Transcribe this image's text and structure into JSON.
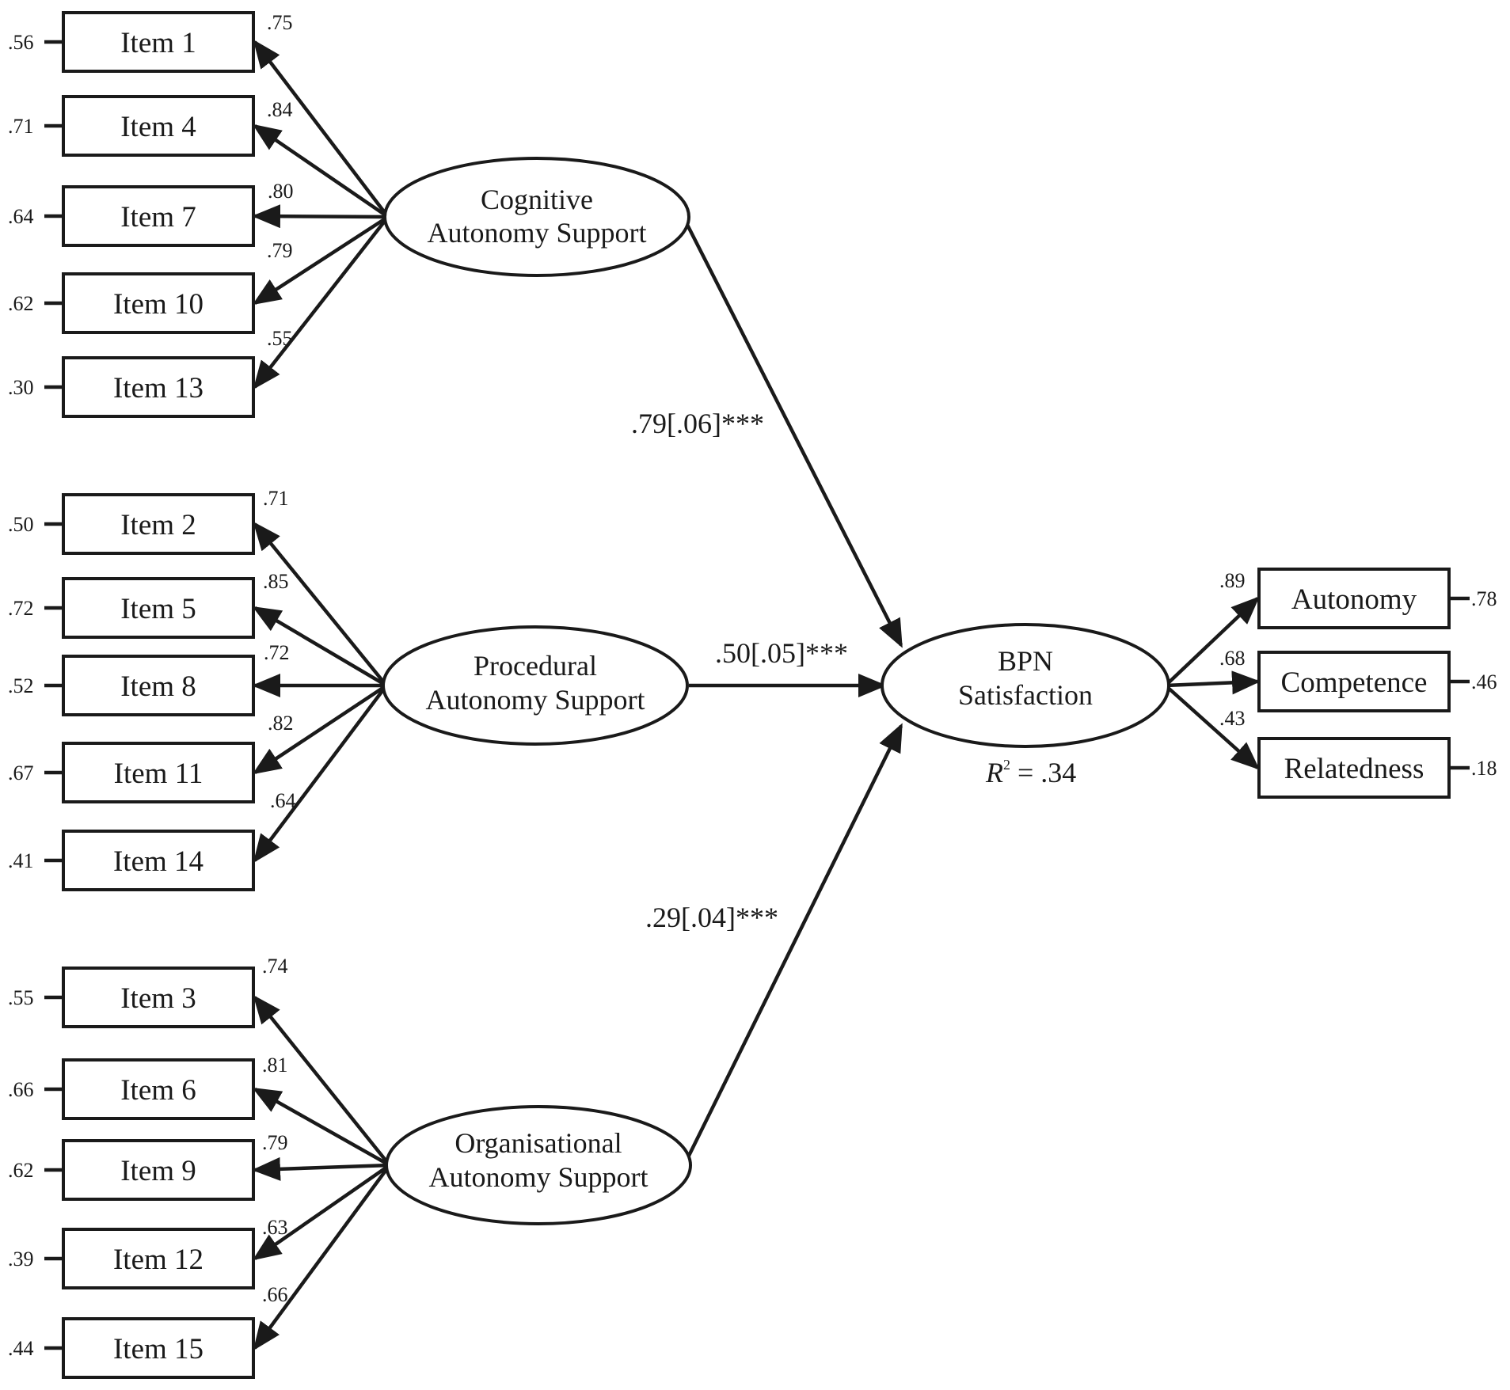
{
  "latents": [
    {
      "id": "cognitive",
      "line1": "Cognitive",
      "line2": "Autonomy Support"
    },
    {
      "id": "procedural",
      "line1": "Procedural",
      "line2": "Autonomy Support"
    },
    {
      "id": "organisational",
      "line1": "Organisational",
      "line2": "Autonomy Support"
    },
    {
      "id": "bpn",
      "line1": "BPN",
      "line2": "Satisfaction"
    }
  ],
  "items": [
    {
      "label": "Item 1",
      "loading": ".75",
      "error": ".56",
      "factor": "cognitive"
    },
    {
      "label": "Item 4",
      "loading": ".84",
      "error": ".71",
      "factor": "cognitive"
    },
    {
      "label": "Item 7",
      "loading": ".80",
      "error": ".64",
      "factor": "cognitive"
    },
    {
      "label": "Item 10",
      "loading": ".79",
      "error": ".62",
      "factor": "cognitive"
    },
    {
      "label": "Item 13",
      "loading": ".55",
      "error": ".30",
      "factor": "cognitive"
    },
    {
      "label": "Item 2",
      "loading": ".71",
      "error": ".50",
      "factor": "procedural"
    },
    {
      "label": "Item 5",
      "loading": ".85",
      "error": ".72",
      "factor": "procedural"
    },
    {
      "label": "Item 8",
      "loading": ".72",
      "error": ".52",
      "factor": "procedural"
    },
    {
      "label": "Item 11",
      "loading": ".82",
      "error": ".67",
      "factor": "procedural"
    },
    {
      "label": "Item 14",
      "loading": ".64",
      "error": ".41",
      "factor": "procedural"
    },
    {
      "label": "Item 3",
      "loading": ".74",
      "error": ".55",
      "factor": "organisational"
    },
    {
      "label": "Item 6",
      "loading": ".81",
      "error": ".66",
      "factor": "organisational"
    },
    {
      "label": "Item 9",
      "loading": ".79",
      "error": ".62",
      "factor": "organisational"
    },
    {
      "label": "Item 12",
      "loading": ".63",
      "error": ".39",
      "factor": "organisational"
    },
    {
      "label": "Item 15",
      "loading": ".66",
      "error": ".44",
      "factor": "organisational"
    }
  ],
  "outcomes": [
    {
      "label": "Autonomy",
      "loading": ".89",
      "error": ".78"
    },
    {
      "label": "Competence",
      "loading": ".68",
      "error": ".46"
    },
    {
      "label": "Relatedness",
      "loading": ".43",
      "error": ".18"
    }
  ],
  "paths": [
    {
      "from": "cognitive",
      "to": "bpn",
      "label": ".79[.06]***"
    },
    {
      "from": "procedural",
      "to": "bpn",
      "label": ".50[.05]***"
    },
    {
      "from": "organisational",
      "to": "bpn",
      "label": ".29[.04]***"
    }
  ],
  "r2": {
    "symbol": "R",
    "sup": "2",
    "value": " = .34"
  }
}
